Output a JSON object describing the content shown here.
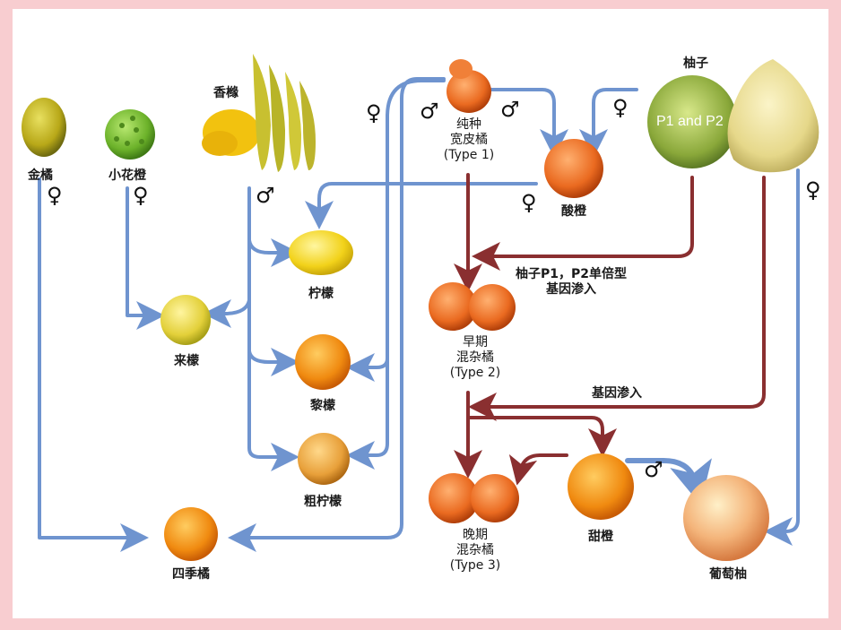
{
  "labels": {
    "kumquat": "金橘",
    "small_flower_orange": "小花橙",
    "citron": "香橼",
    "pure_mandarin": [
      "纯种",
      "宽皮橘",
      "(Type 1)"
    ],
    "sour_orange": "酸橙",
    "pummelo": "柚子",
    "pummelo_inner": "P1 and P2",
    "lemon": "柠檬",
    "lime": "来檬",
    "rangpur": "黎檬",
    "rough_lemon": "粗柠檬",
    "calamondin": "四季橘",
    "introgression_1": [
      "柚子P1，P2单倍型",
      "基因渗入"
    ],
    "early_hybrid": [
      "早期",
      "混杂橘",
      "(Type 2)"
    ],
    "introgression_2": "基因渗入",
    "late_hybrid": [
      "晚期",
      "混杂橘",
      "(Type 3)"
    ],
    "sweet_orange": "甜橙",
    "grapefruit": "葡萄柚"
  },
  "symbols": {
    "female": "♀",
    "male": "♂"
  },
  "colors": {
    "blue_arrow": "#6f94cf",
    "red_arrow": "#8a2f30",
    "frame": "#f8cdd0"
  }
}
